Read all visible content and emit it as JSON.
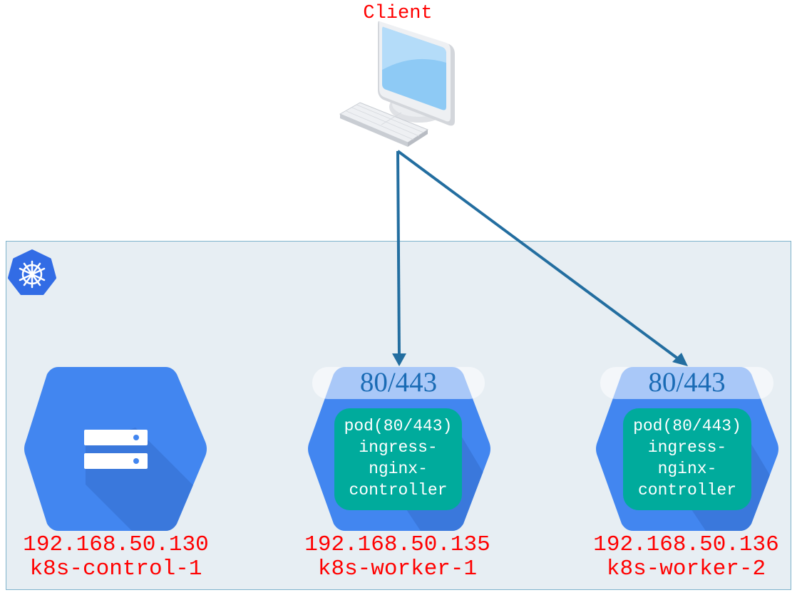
{
  "client": {
    "label": "Client",
    "icon": "desktop-computer-icon"
  },
  "cluster": {
    "icon": "kubernetes-icon",
    "background_color": "#e7eef3",
    "border_color": "#7fb3cc"
  },
  "nodes": [
    {
      "id": "control",
      "ip": "192.168.50.130",
      "name": "k8s-control-1",
      "icon": "storage-server-icon"
    },
    {
      "id": "worker1",
      "ip": "192.168.50.135",
      "name": "k8s-worker-1",
      "port": "80/443",
      "pod": [
        "pod(80/443)",
        "ingress-",
        "nginx-",
        "controller"
      ]
    },
    {
      "id": "worker2",
      "ip": "192.168.50.136",
      "name": "k8s-worker-2",
      "port": "80/443",
      "pod": [
        "pod(80/443)",
        "ingress-",
        "nginx-",
        "controller"
      ]
    }
  ],
  "edges": [
    {
      "from": "client",
      "to": "worker1"
    },
    {
      "from": "client",
      "to": "worker2"
    }
  ],
  "colors": {
    "label_red": "#ff0000",
    "hex_blue": "#4286f0",
    "hex_shadow": "#3a78dc",
    "pod_teal": "#00ab9c",
    "arrow": "#236ea0",
    "port_text": "#1a6bb5"
  }
}
